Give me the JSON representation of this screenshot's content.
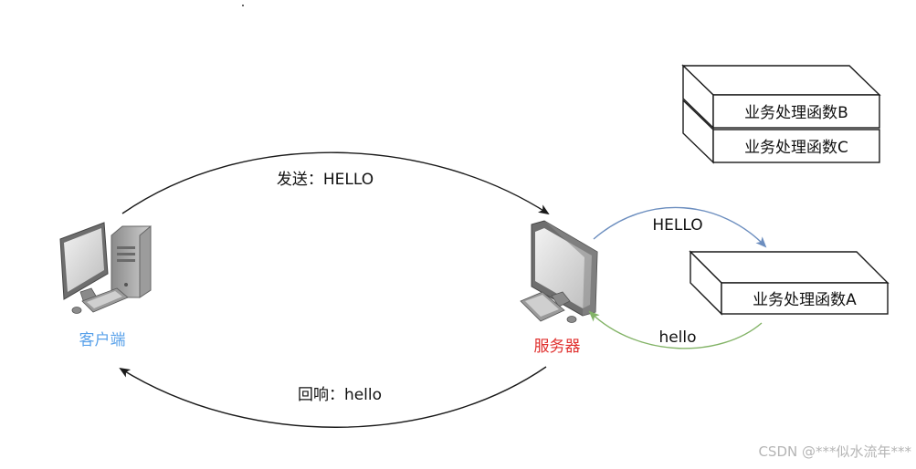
{
  "client": {
    "label": "客户端",
    "color": "#5aa2ea"
  },
  "server": {
    "label": "服务器",
    "color": "#e0302e"
  },
  "arrows": {
    "send_label": "发送：HELLO",
    "reply_label": "回响：hello",
    "to_handler_label": "HELLO",
    "from_handler_label": "hello",
    "colors": {
      "main": "#1a1a1a",
      "to_handler": "#6c8ebf",
      "from_handler": "#82b366"
    }
  },
  "handlers": {
    "b": {
      "label": "业务处理函数B"
    },
    "c": {
      "label": "业务处理函数C"
    },
    "a": {
      "label": "业务处理函数A"
    }
  },
  "watermark": "CSDN @***似水流年***"
}
